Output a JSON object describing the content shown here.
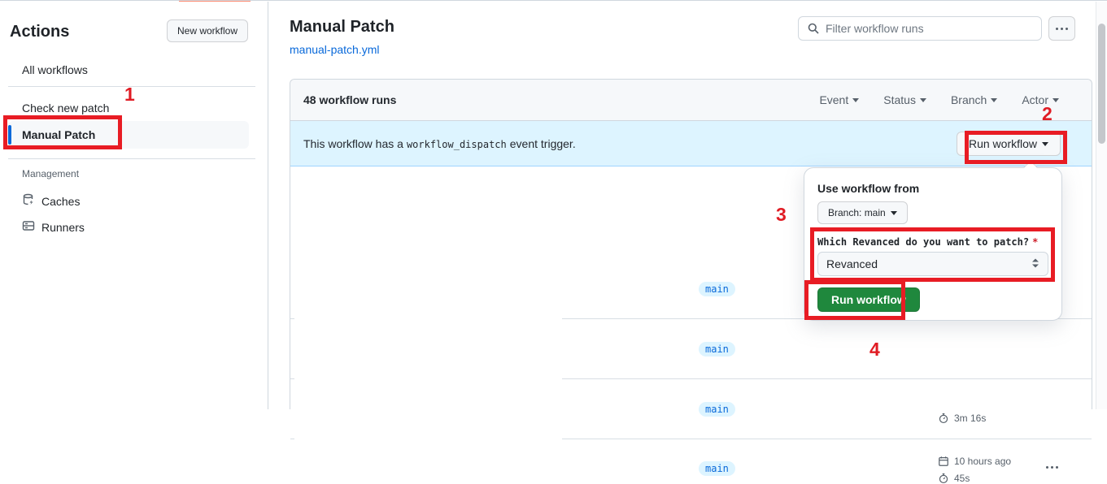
{
  "annotations": {
    "step1": "1",
    "step2": "2",
    "step3": "3",
    "step4": "4"
  },
  "sidebar": {
    "title": "Actions",
    "new_workflow_button": "New workflow",
    "items": [
      {
        "label": "All workflows"
      },
      {
        "label": "Check new patch"
      },
      {
        "label": "Manual Patch",
        "selected": true
      }
    ],
    "management": {
      "label": "Management",
      "items": [
        {
          "label": "Caches"
        },
        {
          "label": "Runners"
        }
      ]
    }
  },
  "header": {
    "title": "Manual Patch",
    "file_link": "manual-patch.yml",
    "search_placeholder": "Filter workflow runs"
  },
  "runs": {
    "count_label": "48 workflow runs",
    "filters": [
      {
        "label": "Event"
      },
      {
        "label": "Status"
      },
      {
        "label": "Branch"
      },
      {
        "label": "Actor"
      }
    ],
    "banner": {
      "text_before": "This workflow has a",
      "code": "workflow_dispatch",
      "text_after": "event trigger.",
      "run_workflow_button": "Run workflow"
    },
    "rows": [
      {
        "branch": "main"
      },
      {
        "branch": "main"
      },
      {
        "branch": "main",
        "duration": "3m 16s"
      },
      {
        "branch": "main",
        "started": "10 hours ago",
        "duration": "45s"
      }
    ]
  },
  "workflow_dropdown": {
    "title": "Use workflow from",
    "branch_selector": "Branch: main",
    "input_label": "Which Revanced do you want to patch?",
    "required_marker": "*",
    "input_value": "Revanced",
    "run_button": "Run workflow"
  },
  "colors": {
    "accent_blue": "#0969da",
    "banner_bg": "#ddf4ff",
    "button_green": "#1f883d",
    "annotation_red": "#e81c24",
    "tab_indicator_orange": "#fd8c73"
  }
}
